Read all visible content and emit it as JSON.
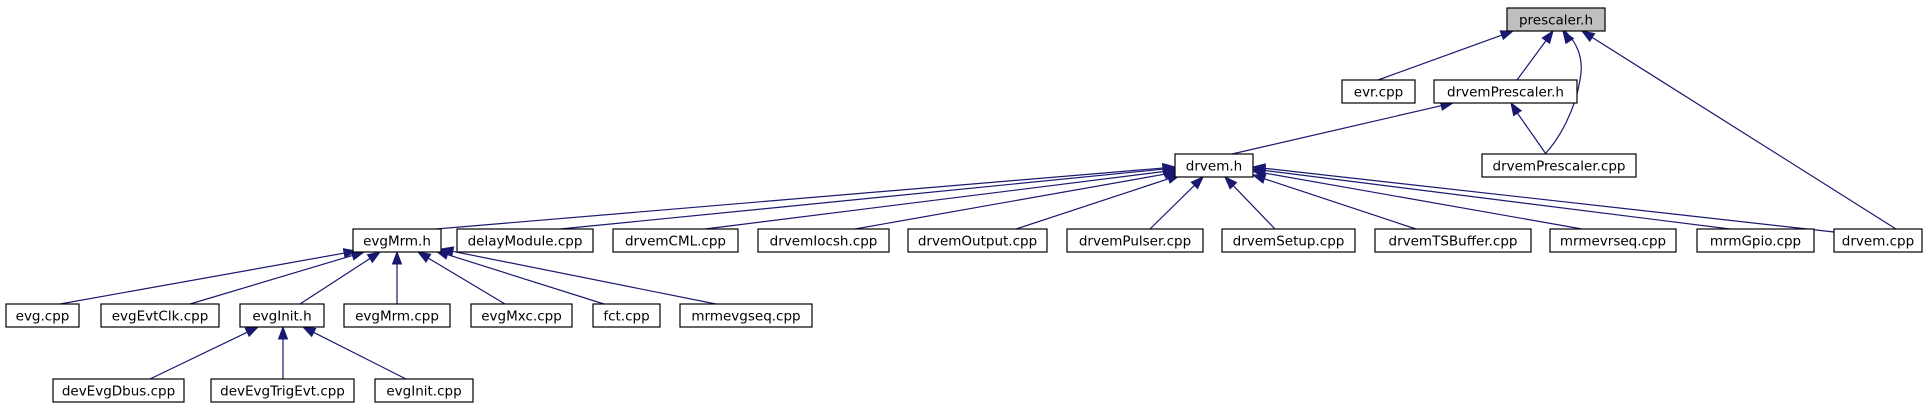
{
  "diagram": {
    "type": "include-dependency-graph",
    "root": "prescaler_h",
    "colors": {
      "edge": "#191970",
      "root_fill": "#bfbfbf",
      "node_fill": "#ffffff",
      "node_border": "#000000"
    },
    "nodes": [
      {
        "id": "prescaler_h",
        "label": "prescaler.h",
        "root": true
      },
      {
        "id": "evr_cpp",
        "label": "evr.cpp"
      },
      {
        "id": "drvemPrescaler_h",
        "label": "drvemPrescaler.h"
      },
      {
        "id": "drvemPrescaler_cpp",
        "label": "drvemPrescaler.cpp"
      },
      {
        "id": "drvem_cpp",
        "label": "drvem.cpp"
      },
      {
        "id": "drvem_h",
        "label": "drvem.h"
      },
      {
        "id": "evgMrm_h",
        "label": "evgMrm.h"
      },
      {
        "id": "delayModule_cpp",
        "label": "delayModule.cpp"
      },
      {
        "id": "drvemCML_cpp",
        "label": "drvemCML.cpp"
      },
      {
        "id": "drvemIocsh_cpp",
        "label": "drvemIocsh.cpp"
      },
      {
        "id": "drvemOutput_cpp",
        "label": "drvemOutput.cpp"
      },
      {
        "id": "drvemPulser_cpp",
        "label": "drvemPulser.cpp"
      },
      {
        "id": "drvemSetup_cpp",
        "label": "drvemSetup.cpp"
      },
      {
        "id": "drvemTSBuffer_cpp",
        "label": "drvemTSBuffer.cpp"
      },
      {
        "id": "mrmevrseq_cpp",
        "label": "mrmevrseq.cpp"
      },
      {
        "id": "mrmGpio_cpp",
        "label": "mrmGpio.cpp"
      },
      {
        "id": "evg_cpp",
        "label": "evg.cpp"
      },
      {
        "id": "evgEvtClk_cpp",
        "label": "evgEvtClk.cpp"
      },
      {
        "id": "evgInit_h",
        "label": "evgInit.h"
      },
      {
        "id": "evgMrm_cpp",
        "label": "evgMrm.cpp"
      },
      {
        "id": "evgMxc_cpp",
        "label": "evgMxc.cpp"
      },
      {
        "id": "fct_cpp",
        "label": "fct.cpp"
      },
      {
        "id": "mrmevgseq_cpp",
        "label": "mrmevgseq.cpp"
      },
      {
        "id": "devEvgDbus_cpp",
        "label": "devEvgDbus.cpp"
      },
      {
        "id": "devEvgTrigEvt_cpp",
        "label": "devEvgTrigEvt.cpp"
      },
      {
        "id": "evgInit_cpp",
        "label": "evgInit.cpp"
      }
    ],
    "edges": [
      {
        "from": "evr_cpp",
        "to": "prescaler_h"
      },
      {
        "from": "drvemPrescaler_h",
        "to": "prescaler_h"
      },
      {
        "from": "drvemPrescaler_cpp",
        "to": "prescaler_h"
      },
      {
        "from": "drvem_cpp",
        "to": "prescaler_h"
      },
      {
        "from": "drvem_h",
        "to": "drvemPrescaler_h"
      },
      {
        "from": "drvemPrescaler_cpp",
        "to": "drvemPrescaler_h"
      },
      {
        "from": "evgMrm_h",
        "to": "drvem_h"
      },
      {
        "from": "delayModule_cpp",
        "to": "drvem_h"
      },
      {
        "from": "drvemCML_cpp",
        "to": "drvem_h"
      },
      {
        "from": "drvemIocsh_cpp",
        "to": "drvem_h"
      },
      {
        "from": "drvemOutput_cpp",
        "to": "drvem_h"
      },
      {
        "from": "drvemPulser_cpp",
        "to": "drvem_h"
      },
      {
        "from": "drvemSetup_cpp",
        "to": "drvem_h"
      },
      {
        "from": "drvemTSBuffer_cpp",
        "to": "drvem_h"
      },
      {
        "from": "mrmevrseq_cpp",
        "to": "drvem_h"
      },
      {
        "from": "mrmGpio_cpp",
        "to": "drvem_h"
      },
      {
        "from": "drvem_cpp",
        "to": "drvem_h"
      },
      {
        "from": "evg_cpp",
        "to": "evgMrm_h"
      },
      {
        "from": "evgEvtClk_cpp",
        "to": "evgMrm_h"
      },
      {
        "from": "evgInit_h",
        "to": "evgMrm_h"
      },
      {
        "from": "evgMrm_cpp",
        "to": "evgMrm_h"
      },
      {
        "from": "evgMxc_cpp",
        "to": "evgMrm_h"
      },
      {
        "from": "fct_cpp",
        "to": "evgMrm_h"
      },
      {
        "from": "mrmevgseq_cpp",
        "to": "evgMrm_h"
      },
      {
        "from": "devEvgDbus_cpp",
        "to": "evgInit_h"
      },
      {
        "from": "devEvgTrigEvt_cpp",
        "to": "evgInit_h"
      },
      {
        "from": "evgInit_cpp",
        "to": "evgInit_h"
      }
    ]
  }
}
